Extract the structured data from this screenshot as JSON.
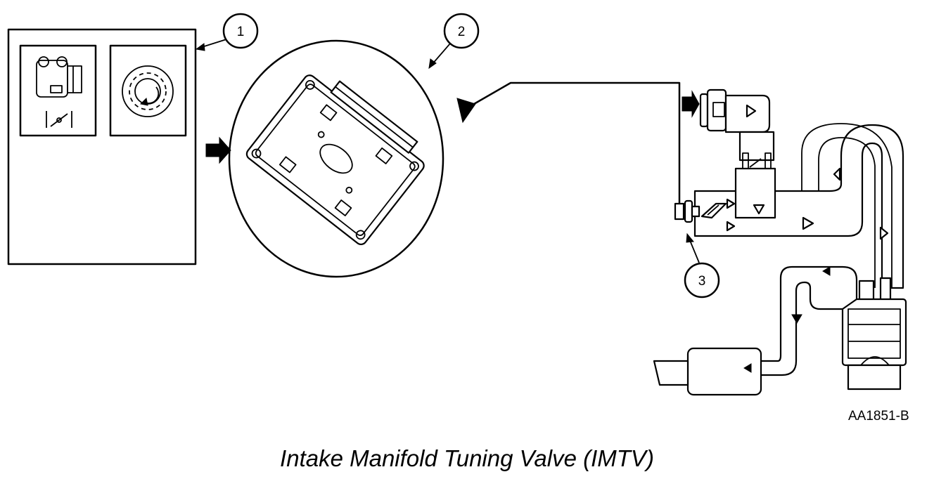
{
  "callouts": [
    "1",
    "2",
    "3"
  ],
  "reference_code": "AA1851-B",
  "caption": "Intake Manifold Tuning Valve (IMTV)"
}
